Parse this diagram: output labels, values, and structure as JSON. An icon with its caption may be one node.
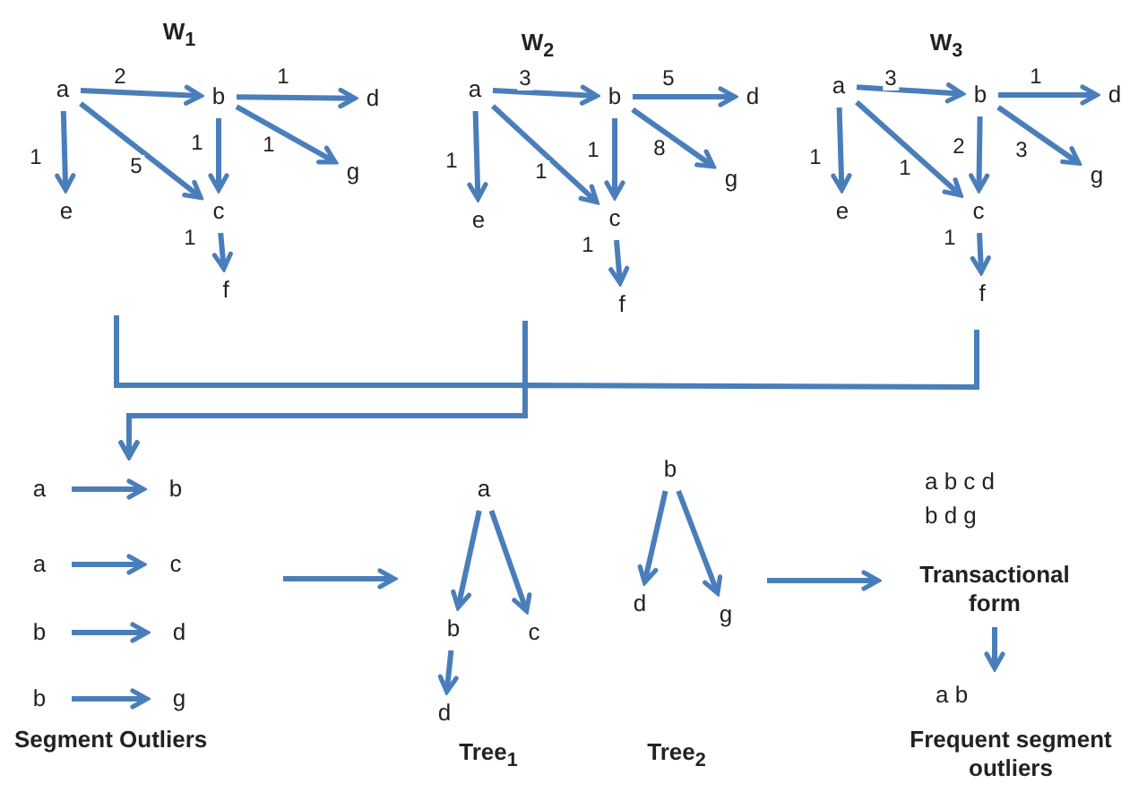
{
  "diagram": {
    "nodes": [
      {
        "text": [
          "W$_{1}$"
        ]
      },
      {
        "text": [
          "a"
        ],
        "in": 0
      },
      {
        "text": [
          "b"
        ],
        "in": 0
      },
      {
        "text": [
          "d"
        ],
        "in": 0
      },
      {
        "text": [
          "g"
        ],
        "in": 0
      },
      {
        "text": [
          "e"
        ],
        "in": 0
      },
      {
        "text": [
          "c"
        ],
        "in": 0
      },
      {
        "text": [
          "f"
        ],
        "in": 0
      },
      {
        "text": [
          "W$_{2}$"
        ]
      },
      {
        "text": [
          "a"
        ],
        "in": 8
      },
      {
        "text": [
          "b"
        ],
        "in": 8
      },
      {
        "text": [
          "d"
        ],
        "in": 8
      },
      {
        "text": [
          "g"
        ],
        "in": 8
      },
      {
        "text": [
          "e"
        ],
        "in": 8
      },
      {
        "text": [
          "c"
        ],
        "in": 8
      },
      {
        "text": [
          "f"
        ],
        "in": 8
      },
      {
        "text": [
          "W$_{3}$"
        ]
      },
      {
        "text": [
          "a"
        ],
        "in": 16
      },
      {
        "text": [
          "b"
        ],
        "in": 16
      },
      {
        "text": [
          "d"
        ],
        "in": 16
      },
      {
        "text": [
          "g"
        ],
        "in": 16
      },
      {
        "text": [
          "e"
        ],
        "in": 16
      },
      {
        "text": [
          "c"
        ],
        "in": 16
      },
      {
        "text": [
          "f"
        ],
        "in": 16
      },
      {
        "text": [
          "Segment Outliers"
        ]
      },
      {
        "text": [
          "a"
        ],
        "in": 24
      },
      {
        "text": [
          "b"
        ],
        "in": 24
      },
      {
        "text": [
          "a"
        ],
        "in": 24
      },
      {
        "text": [
          "c"
        ],
        "in": 24
      },
      {
        "text": [
          "b"
        ],
        "in": 24
      },
      {
        "text": [
          "d"
        ],
        "in": 24
      },
      {
        "text": [
          "b"
        ],
        "in": 24
      },
      {
        "text": [
          "g"
        ],
        "in": 24
      },
      {
        "text": [
          "Tree$_{1}$"
        ]
      },
      {
        "text": [
          "a"
        ],
        "in": 33
      },
      {
        "text": [
          "b"
        ],
        "in": 33
      },
      {
        "text": [
          "c"
        ],
        "in": 33
      },
      {
        "text": [
          "d"
        ],
        "in": 33
      },
      {
        "text": [
          "Tree$_{2}$"
        ]
      },
      {
        "text": [
          "b"
        ],
        "in": 38
      },
      {
        "text": [
          "d"
        ],
        "in": 38
      },
      {
        "text": [
          "g"
        ],
        "in": 38
      },
      {
        "text": [
          "a b c d",
          "b d g",
          "Transactional form"
        ]
      },
      {
        "text": [
          "a b",
          "Frequent segment outliers"
        ]
      }
    ],
    "edges": [
      {
        "from": 1,
        "to": 2,
        "arrow": "to",
        "label": "2"
      },
      {
        "from": 2,
        "to": 3,
        "arrow": "to",
        "label": "1"
      },
      {
        "from": 1,
        "to": 5,
        "arrow": "to",
        "label": "1"
      },
      {
        "from": 1,
        "to": 6,
        "arrow": "to",
        "label": "5"
      },
      {
        "from": 2,
        "to": 6,
        "arrow": "to",
        "label": "1"
      },
      {
        "from": 2,
        "to": 4,
        "arrow": "to",
        "label": "1"
      },
      {
        "from": 6,
        "to": 7,
        "arrow": "to",
        "label": "1"
      },
      {
        "from": 9,
        "to": 10,
        "arrow": "to",
        "label": "3"
      },
      {
        "from": 10,
        "to": 11,
        "arrow": "to",
        "label": "5"
      },
      {
        "from": 9,
        "to": 13,
        "arrow": "to",
        "label": "1"
      },
      {
        "from": 9,
        "to": 14,
        "arrow": "to",
        "label": "1"
      },
      {
        "from": 10,
        "to": 14,
        "arrow": "to",
        "label": "1"
      },
      {
        "from": 10,
        "to": 12,
        "arrow": "to",
        "label": "8"
      },
      {
        "from": 14,
        "to": 15,
        "arrow": "to",
        "label": "1"
      },
      {
        "from": 17,
        "to": 18,
        "arrow": "to",
        "label": "3"
      },
      {
        "from": 18,
        "to": 19,
        "arrow": "to",
        "label": "1"
      },
      {
        "from": 17,
        "to": 21,
        "arrow": "to",
        "label": "1"
      },
      {
        "from": 17,
        "to": 22,
        "arrow": "to",
        "label": "1"
      },
      {
        "from": 18,
        "to": 22,
        "arrow": "to",
        "label": "2"
      },
      {
        "from": 18,
        "to": 20,
        "arrow": "to",
        "label": "3"
      },
      {
        "from": 22,
        "to": 23,
        "arrow": "to",
        "label": "1"
      },
      {
        "from": 0,
        "to": 24,
        "arrow": "to"
      },
      {
        "from": 8,
        "to": 24,
        "arrow": "to"
      },
      {
        "from": 16,
        "to": 24,
        "arrow": "to"
      },
      {
        "from": 25,
        "to": 26,
        "arrow": "to"
      },
      {
        "from": 27,
        "to": 28,
        "arrow": "to"
      },
      {
        "from": 29,
        "to": 30,
        "arrow": "to"
      },
      {
        "from": 31,
        "to": 32,
        "arrow": "to"
      },
      {
        "from": 24,
        "to": 33,
        "arrow": "to"
      },
      {
        "from": 34,
        "to": 35,
        "arrow": "to"
      },
      {
        "from": 34,
        "to": 36,
        "arrow": "to"
      },
      {
        "from": 35,
        "to": 37,
        "arrow": "to"
      },
      {
        "from": 39,
        "to": 40,
        "arrow": "to"
      },
      {
        "from": 39,
        "to": 41,
        "arrow": "to"
      },
      {
        "from": 38,
        "to": 42,
        "arrow": "to"
      },
      {
        "from": 42,
        "to": 43,
        "arrow": "to"
      }
    ]
  }
}
